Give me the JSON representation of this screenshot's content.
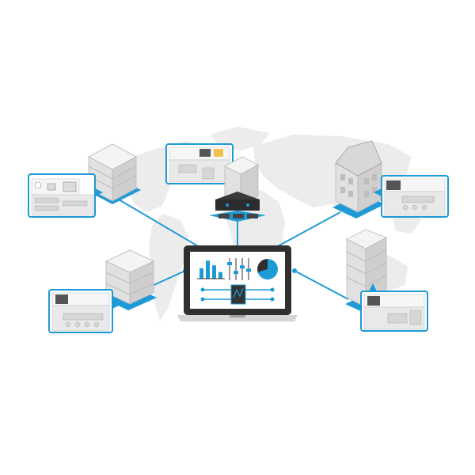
{
  "colors": {
    "accent": "#1e9ad6",
    "laptop_body": "#2f2f2f",
    "laptop_base": "#d5d5d5",
    "building": "#e1e1e1",
    "map": "#ececec"
  },
  "icons": {
    "laptop": "laptop-icon",
    "bar_chart": "bar-chart-icon",
    "sliders": "sliders-icon",
    "pie_chart": "pie-chart-icon",
    "signal_flow": "signal-flow-icon",
    "building": "building-icon",
    "av_rack": "av-rack-icon",
    "meeting_room": "meeting-room-icon"
  },
  "laptop_dashboard": {
    "bar_chart_values": [
      0.55,
      0.95,
      0.7,
      0.35
    ],
    "slider_levels": [
      0.75,
      0.35,
      0.6,
      0.45
    ],
    "pie_fractions": [
      0.7,
      0.3
    ]
  }
}
